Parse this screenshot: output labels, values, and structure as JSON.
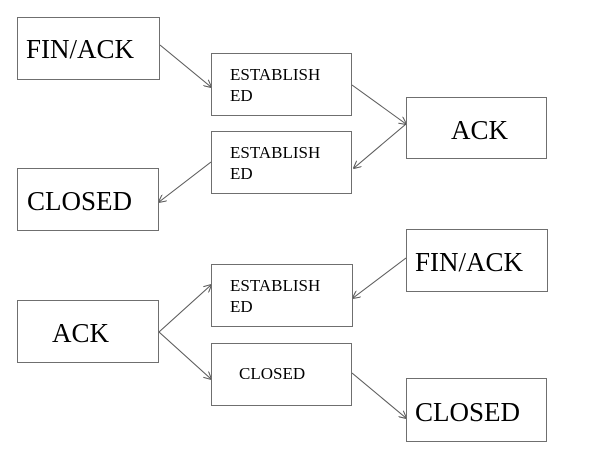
{
  "nodes": [
    {
      "id": "fin-ack-1",
      "line1": "FIN/ACK",
      "line2": ""
    },
    {
      "id": "established-1",
      "line1": "ESTABLISH",
      "line2": "ED"
    },
    {
      "id": "ack-1",
      "line1": "ACK",
      "line2": ""
    },
    {
      "id": "established-2",
      "line1": "ESTABLISH",
      "line2": "ED"
    },
    {
      "id": "closed-1",
      "line1": "CLOSED",
      "line2": ""
    },
    {
      "id": "fin-ack-2",
      "line1": "FIN/ACK",
      "line2": ""
    },
    {
      "id": "established-3",
      "line1": "ESTABLISH",
      "line2": "ED"
    },
    {
      "id": "ack-2",
      "line1": "ACK",
      "line2": ""
    },
    {
      "id": "closed-2",
      "line1": "CLOSED",
      "line2": ""
    },
    {
      "id": "closed-3",
      "line1": "CLOSED",
      "line2": ""
    }
  ],
  "edges": [
    {
      "from": "fin-ack-1",
      "to": "established-1"
    },
    {
      "from": "established-1",
      "to": "ack-1"
    },
    {
      "from": "ack-1",
      "to": "established-2"
    },
    {
      "from": "established-2",
      "to": "closed-1"
    },
    {
      "from": "fin-ack-2",
      "to": "established-3"
    },
    {
      "from": "ack-2",
      "to": "established-3"
    },
    {
      "from": "ack-2",
      "to": "closed-2"
    },
    {
      "from": "closed-2",
      "to": "closed-3"
    }
  ],
  "colors": {
    "box_border": "#6f6f6f",
    "arrow": "#555555",
    "background": "#ffffff"
  }
}
